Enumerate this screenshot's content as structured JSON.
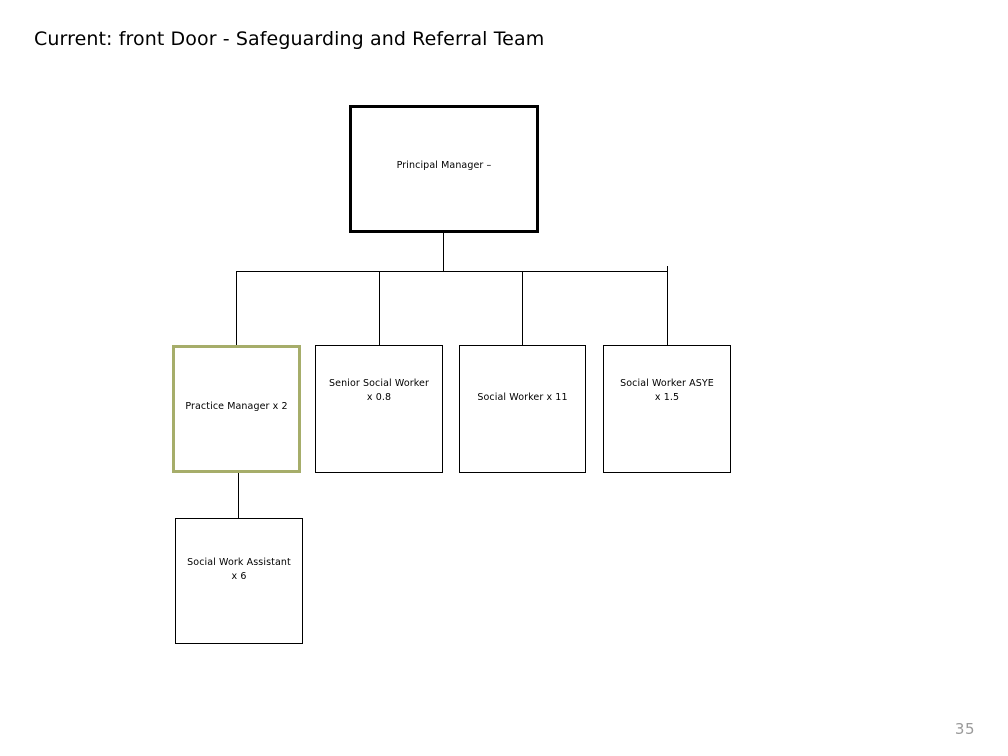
{
  "slide": {
    "title": "Current: front Door - Safeguarding and Referral Team",
    "page_number": "35",
    "background_color": "#ffffff",
    "page_number_color": "#9a9a9a"
  },
  "chart_data": {
    "type": "diagram",
    "diagram_kind": "organisation-chart",
    "title": "Current: front Door - Safeguarding and Referral Team",
    "accent_color": "#A6AD6A",
    "line_color": "#000000",
    "nodes": [
      {
        "id": "root",
        "label": "Principal Manager –",
        "level": 0,
        "border_color": "#000000",
        "border_width": 3,
        "fill": "#ffffff",
        "highlighted": false
      },
      {
        "id": "practice-manager",
        "label": "Practice Manager x 2",
        "level": 1,
        "border_color": "#A6AD6A",
        "border_width": 3,
        "fill": "#ffffff",
        "highlighted": true,
        "count": 2
      },
      {
        "id": "senior-social-worker",
        "label": "Senior Social Worker\nx 0.8",
        "level": 1,
        "border_color": "#000000",
        "border_width": 1,
        "fill": "#ffffff",
        "highlighted": false,
        "count": 0.8
      },
      {
        "id": "social-worker",
        "label": "Social Worker x 11",
        "level": 1,
        "border_color": "#000000",
        "border_width": 1,
        "fill": "#ffffff",
        "highlighted": false,
        "count": 11
      },
      {
        "id": "social-worker-asye",
        "label": "Social Worker ASYE\nx 1.5",
        "level": 1,
        "border_color": "#000000",
        "border_width": 1,
        "fill": "#ffffff",
        "highlighted": false,
        "count": 1.5
      },
      {
        "id": "social-work-assistant",
        "label": "Social Work Assistant\nx 6",
        "level": 2,
        "border_color": "#000000",
        "border_width": 1,
        "fill": "#ffffff",
        "highlighted": false,
        "count": 6
      }
    ],
    "edges": [
      {
        "from": "root",
        "to": "practice-manager"
      },
      {
        "from": "root",
        "to": "senior-social-worker"
      },
      {
        "from": "root",
        "to": "social-worker"
      },
      {
        "from": "root",
        "to": "social-worker-asye"
      },
      {
        "from": "practice-manager",
        "to": "social-work-assistant"
      }
    ]
  }
}
